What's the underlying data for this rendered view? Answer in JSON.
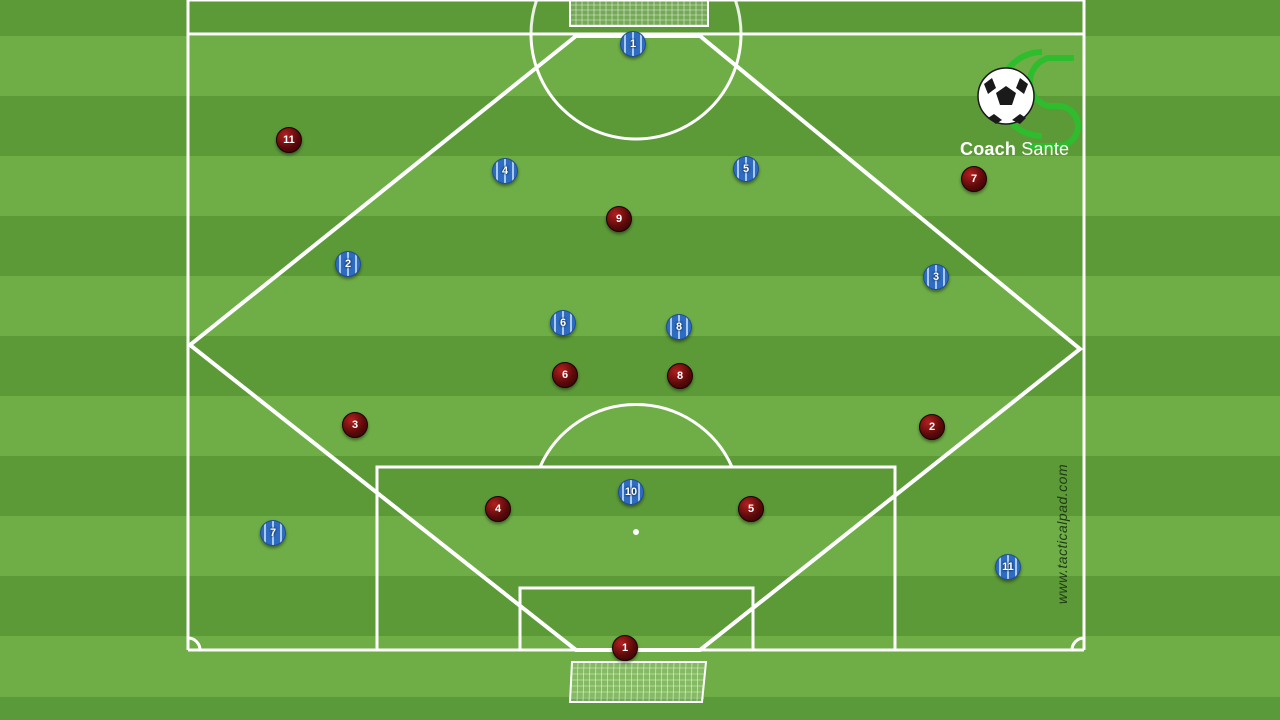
{
  "logo": {
    "brand_bold": "Coach",
    "brand_light": "Sante",
    "accent_color": "#2dbd2d"
  },
  "watermark": "www.tacticalpad.com",
  "colors": {
    "grass_light": "#6fae46",
    "grass_dark": "#5c9a38",
    "lines": "#ffffff",
    "team_red": "#8a1010",
    "team_blue": "#2d6cc0"
  },
  "players": {
    "blue": [
      {
        "number": "1"
      },
      {
        "number": "4"
      },
      {
        "number": "5"
      },
      {
        "number": "2"
      },
      {
        "number": "3"
      },
      {
        "number": "6"
      },
      {
        "number": "8"
      },
      {
        "number": "10"
      },
      {
        "number": "7"
      },
      {
        "number": "11"
      }
    ],
    "red": [
      {
        "number": "11"
      },
      {
        "number": "7"
      },
      {
        "number": "9"
      },
      {
        "number": "6"
      },
      {
        "number": "8"
      },
      {
        "number": "3"
      },
      {
        "number": "2"
      },
      {
        "number": "4"
      },
      {
        "number": "5"
      },
      {
        "number": "1"
      }
    ]
  }
}
